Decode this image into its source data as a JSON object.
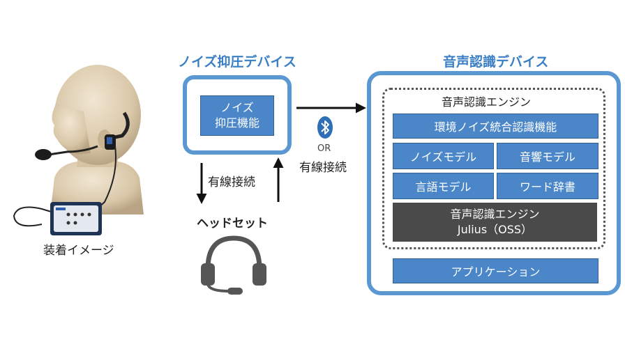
{
  "left": {
    "caption": "装着イメージ"
  },
  "noise_device": {
    "title": "ノイズ抑圧デバイス",
    "function_line1": "ノイズ",
    "function_line2": "抑圧機能"
  },
  "connection": {
    "wired_vertical": "有線接続",
    "or": "OR",
    "wired_horizontal": "有線接続",
    "bluetooth_icon": "bluetooth-icon"
  },
  "headset": {
    "label": "ヘッドセット",
    "icon": "headset-icon"
  },
  "recognition_device": {
    "title": "音声認識デバイス",
    "engine_label": "音声認識エンジン",
    "env_noise": "環境ノイズ統合認識機能",
    "noise_model": "ノイズモデル",
    "acoustic_model": "音響モデル",
    "language_model": "言語モデル",
    "word_dict": "ワード辞書",
    "engine_line1": "音声認識エンジン",
    "engine_line2": "Julius（OSS）",
    "application": "アプリケーション"
  },
  "colors": {
    "accent": "#5b97d0",
    "box": "#4a86c8",
    "dark": "#4a4a4a",
    "title": "#3a7fc4"
  }
}
